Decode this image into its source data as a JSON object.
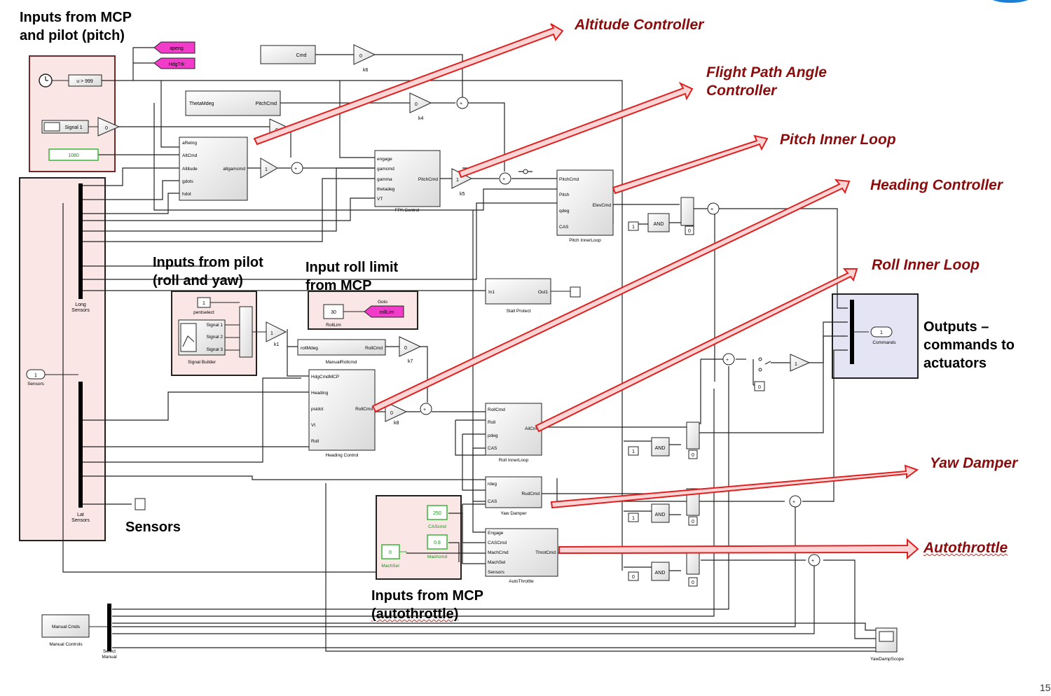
{
  "annotations": {
    "mcp_pitch": "Inputs from MCP\nand pilot (pitch)",
    "pilot_roll_yaw": "Inputs from pilot\n(roll and yaw)",
    "roll_limit": "Input roll limit\nfrom MCP",
    "sensors": "Sensors",
    "mcp_autothrottle": "Inputs from MCP\n(autothrottle)",
    "outputs": "Outputs –\ncommands to\nactuators"
  },
  "controllers": {
    "altitude": "Altitude Controller",
    "fpa": "Flight Path Angle\nController",
    "pitch_inner": "Pitch Inner Loop",
    "heading": "Heading Controller",
    "roll_inner": "Roll Inner Loop",
    "yaw_damper": "Yaw Damper",
    "autothrottle": "Autothrottle"
  },
  "blocks": {
    "apeng": "apeng",
    "hdgtrk": "HdgTrk",
    "u_gt": "u > 999",
    "signal1": "Signal 1",
    "const1080": "1080",
    "theta_pitch_in": "ThetaMdeg",
    "theta_pitch_out": "PitchCmd",
    "alt_ports": [
      "aRetng",
      "AltCmd",
      "Altitude",
      "gdots",
      "hdot"
    ],
    "alt_out": "altgamcmd",
    "fpa_ports": [
      "engage",
      "gamcmd",
      "gamma",
      "thetadeg",
      "VT"
    ],
    "fpa_out": "PitchCmd",
    "fpa_name": "FPA Control",
    "pil_ports": [
      "PitchCmd",
      "Pitch",
      "qdeg",
      "CAS"
    ],
    "pil_out": "ElevCmd",
    "pil_name": "Pitch InnerLoop",
    "cmd": "Cmd",
    "k4": "k4",
    "k5": "k5",
    "k6": "k6",
    "k1": "k1",
    "k7": "k7",
    "k8": "k8",
    "and": "AND",
    "one": "1",
    "zero": "0",
    "long_sensors": "Long\nSensors",
    "lat_sensors": "Lat\nSensors",
    "sensors_port": "Sensors",
    "stall_in": "In1",
    "stall_out": "Out1",
    "stall_name": "Stall Protect",
    "const30": "30",
    "goto": "Goto",
    "rolllim": "rollLim",
    "rolllim_name": "RollLim",
    "pentselect": "pentselect",
    "sigb_sigs": [
      "Signal 1",
      "Signal 2",
      "Signal 3"
    ],
    "sigb_name": "Signal Builder",
    "manroll_in": "rollMdeg",
    "manroll_out": "RollCmd",
    "manroll_name": "ManualRollcmd",
    "hc_ports": [
      "HdgCmdMCP",
      "Heading",
      "psidot",
      "Vt",
      "Roll"
    ],
    "hc_out": "RollCmd",
    "hc_name": "Heading Control",
    "ril_ports": [
      "RollCmd",
      "Roll",
      "pdeg",
      "CAS"
    ],
    "ril_out": "AilCmd",
    "ril_name": "Roll InnerLoop",
    "yd_ports": [
      "rdeg",
      "CAS"
    ],
    "yd_out": "RudCmd",
    "yd_name": "Yaw Damper",
    "at_ports": [
      "Engage",
      "CASCmd",
      "MachCmd",
      "MachSel",
      "Sensors"
    ],
    "at_out": "ThrotCmd",
    "at_name": "AutoThrottle",
    "const250": "250",
    "cascmd": "CAScmd",
    "const08": "0.8",
    "machcmd": "Machcmd",
    "machsel": "MachSel",
    "commands": "Commands",
    "manual_cmds": "Manual Cmds",
    "manual_controls": "Manual Controls",
    "select_manual": "Select\nManual",
    "scope": "YawDampScope"
  },
  "page_number": "15"
}
